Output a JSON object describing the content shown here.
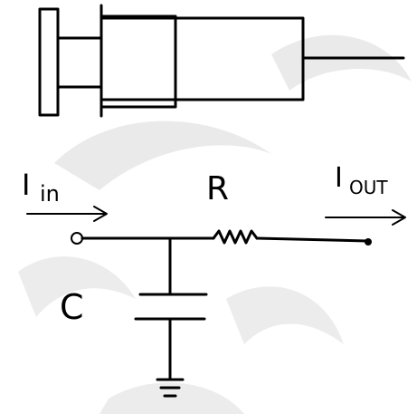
{
  "labels": {
    "i_in_main": "I",
    "i_in_sub": "in",
    "resistor": "R",
    "i_out_main": "I",
    "i_out_sub": "OUT",
    "capacitor": "C"
  },
  "colors": {
    "ink": "#000000",
    "watermark": "#d9d9d9",
    "background": "#ffffff"
  }
}
